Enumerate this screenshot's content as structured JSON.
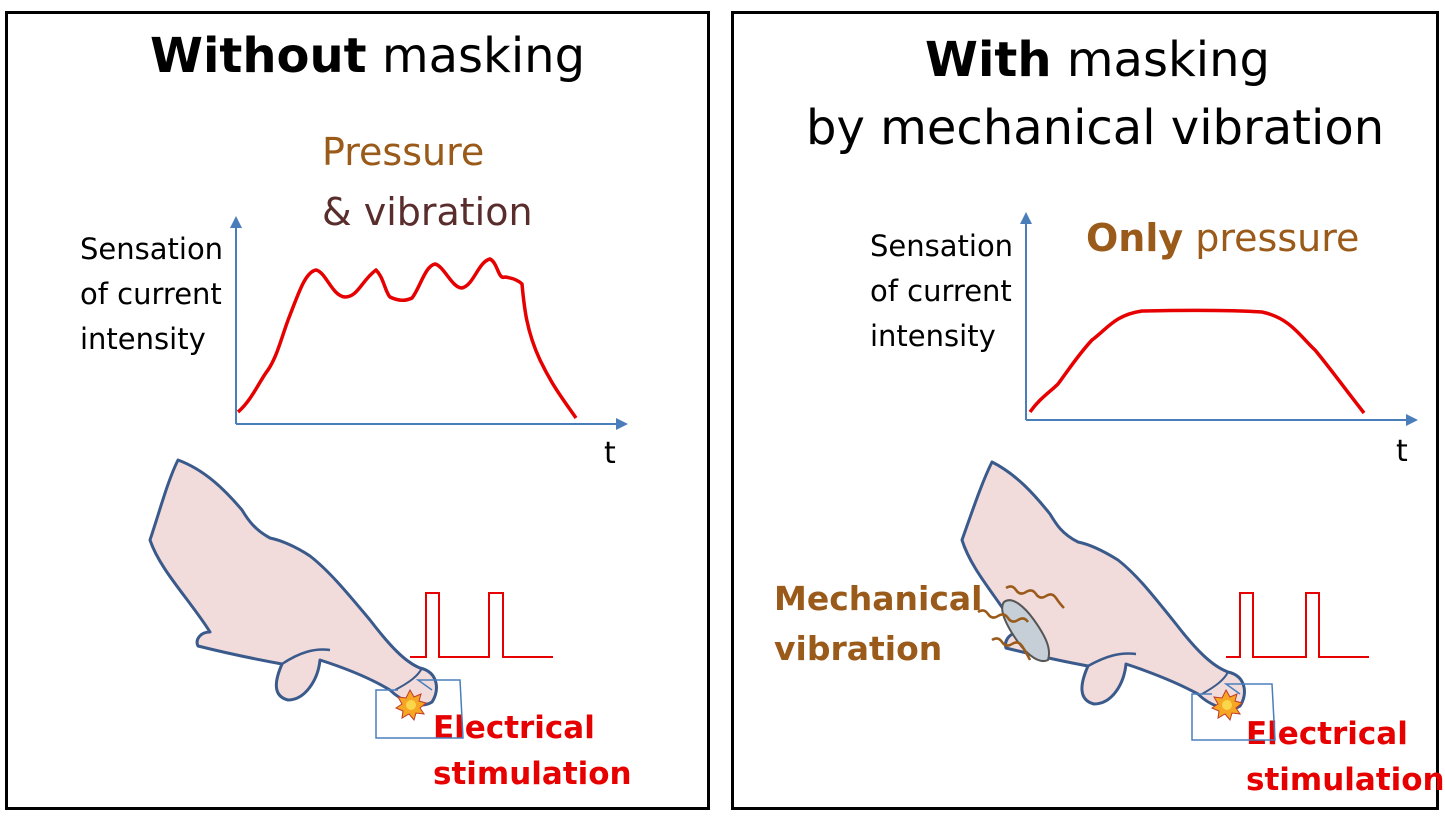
{
  "left": {
    "title_bold": "Without",
    "title_rest": " masking",
    "caption_line1": "Pressure",
    "caption_line2": "& vibration",
    "ylabel_line1": "Sensation",
    "ylabel_line2": "of current",
    "ylabel_line3": "intensity",
    "xlabel": "t",
    "stim_line1": "Electrical",
    "stim_line2": "stimulation"
  },
  "right": {
    "title_bold": "With",
    "title_rest": " masking",
    "title_line2": "by mechanical vibration",
    "caption_bold": "Only",
    "caption_rest": " pressure",
    "ylabel_line1": "Sensation",
    "ylabel_line2": "of current",
    "ylabel_line3": "intensity",
    "xlabel": "t",
    "vib_line1": "Mechanical",
    "vib_line2": "vibration",
    "stim_line1": "Electrical",
    "stim_line2": "stimulation"
  },
  "colors": {
    "curve": "#e60000",
    "axis": "#4a7ebb",
    "hand_fill": "#f2dcdb",
    "hand_stroke": "#3a5a8c",
    "pressure_text": "#9a5a1a",
    "vibration_text": "#5a2d2d",
    "stimulation_text": "#e60000"
  }
}
